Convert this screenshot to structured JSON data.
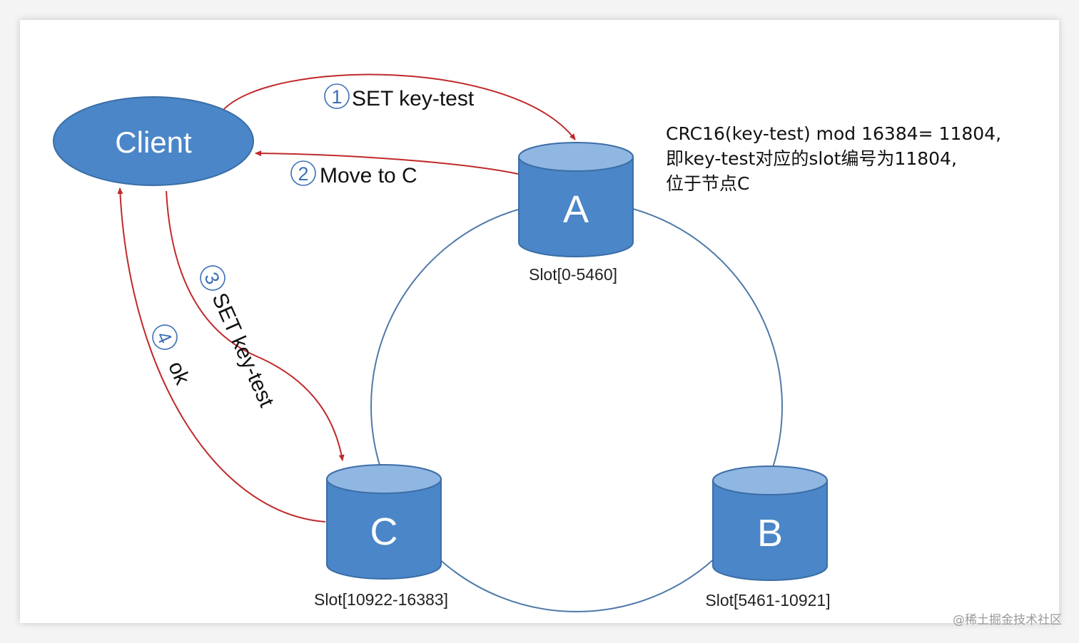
{
  "nodes": {
    "client": {
      "label": "Client"
    },
    "a": {
      "label": "A",
      "slots": "Slot[0-5460]"
    },
    "b": {
      "label": "B",
      "slots": "Slot[5461-10921]"
    },
    "c": {
      "label": "C",
      "slots": "Slot[10922-16383]"
    }
  },
  "steps": [
    {
      "num": "1",
      "label": "SET key-test"
    },
    {
      "num": "2",
      "label": "Move to C"
    },
    {
      "num": "3",
      "label": "SET key-test"
    },
    {
      "num": "4",
      "label": "ok"
    }
  ],
  "note": {
    "line1": "CRC16(key-test) mod 16384= 11804,",
    "line2": "即key-test对应的slot编号为11804,",
    "line3": "位于节点C"
  },
  "watermark": "@稀土掘金技术社区",
  "colors": {
    "node_fill": "#4a86c8",
    "node_top": "#90b6e2",
    "node_stroke": "#3b6ea6",
    "arrow": "#c0292b",
    "ring": "#4f79a8",
    "step_circle": "#3d6fb6"
  }
}
